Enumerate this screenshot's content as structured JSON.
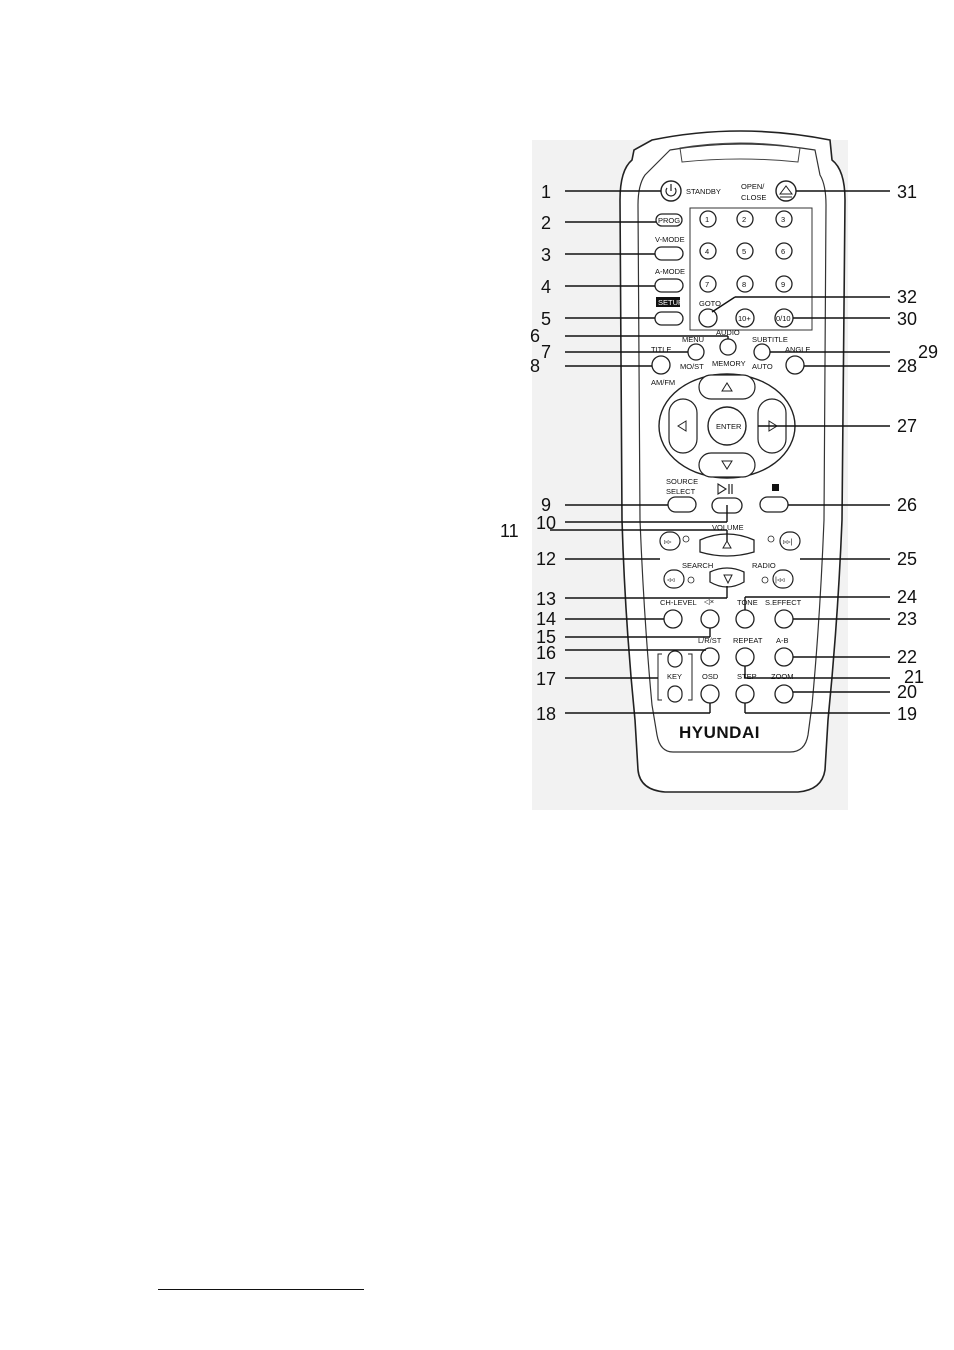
{
  "brand": "HYUNDAI",
  "callouts": {
    "left": [
      "1",
      "2",
      "3",
      "4",
      "5",
      "6",
      "7",
      "8",
      "9",
      "10",
      "11",
      "12",
      "13",
      "14",
      "15",
      "16",
      "17",
      "18"
    ],
    "right": [
      "31",
      "32",
      "30",
      "29",
      "28",
      "27",
      "26",
      "25",
      "24",
      "23",
      "22",
      "21",
      "20",
      "19"
    ]
  },
  "top_labels": {
    "standby": "STANDBY",
    "open_close_1": "OPEN/",
    "open_close_2": "CLOSE"
  },
  "left_buttons": {
    "prog": "PROG",
    "v_mode": "V-MODE",
    "a_mode": "A-MODE",
    "setup": "SETUP"
  },
  "numpad": {
    "keys": [
      "1",
      "2",
      "3",
      "4",
      "5",
      "6",
      "7",
      "8",
      "9"
    ],
    "goto": "GOTO",
    "ten_plus": "10+",
    "zero_ten": "0/10"
  },
  "mid_labels": {
    "menu": "MENU",
    "audio": "AUDIO",
    "subtitle": "SUBTITLE",
    "title": "TITLE",
    "mo_st": "MO/ST",
    "memory": "MEMORY",
    "auto": "AUTO",
    "angle": "ANGLE",
    "am_fm": "AM/FM"
  },
  "nav": {
    "enter": "ENTER"
  },
  "transport": {
    "source_1": "SOURCE",
    "source_2": "SELECT",
    "volume": "VOLUME",
    "search": "SEARCH",
    "radio": "RADIO"
  },
  "lower_labels": {
    "ch_level": "CH-LEVEL",
    "tone": "TONE",
    "s_effect": "S.EFFECT",
    "lr_st": "L/R/ST",
    "repeat": "REPEAT",
    "a_b": "A-B",
    "key": "KEY",
    "osd": "OSD",
    "step": "STEP",
    "zoom": "ZOOM"
  }
}
